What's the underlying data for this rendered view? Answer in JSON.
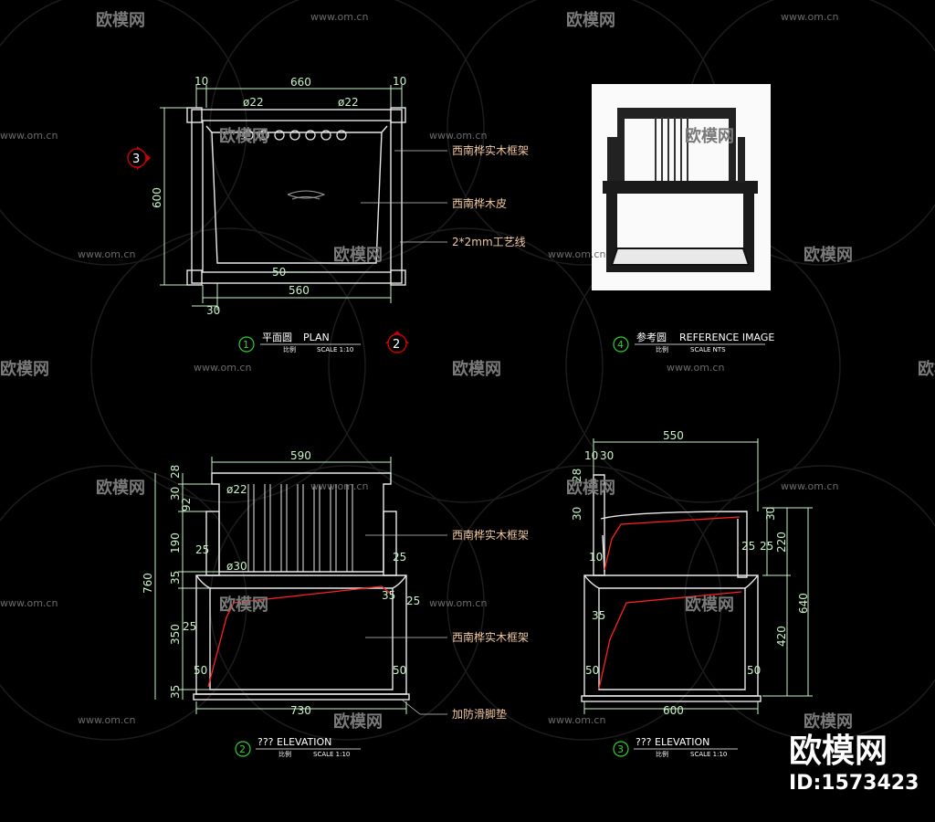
{
  "watermark": {
    "brand": "欧模网",
    "url": "www.om.cn",
    "id_text": "ID:1573423"
  },
  "plan": {
    "dims": {
      "top_total": "660",
      "top_left_margin": "10",
      "top_right_margin": "10",
      "rod_left": "ø22",
      "rod_right": "ø22",
      "height": "600",
      "bottom_total": "560",
      "bottom_margin": "30",
      "inner_gap": "50"
    },
    "labels": [
      "西南桦实木框架",
      "西南桦木皮",
      "2*2mm工艺线"
    ],
    "title": "平面圆",
    "title_en": "PLAN",
    "scale_cn": "比例",
    "scale": "SCALE 1:10",
    "number": "1",
    "section_marker_left": "3",
    "section_marker_bottom": "2"
  },
  "reference": {
    "title": "参考圆",
    "title_en": "REFERENCE IMAGE",
    "scale_cn": "比例",
    "scale": "SCALE NTS",
    "number": "4"
  },
  "front_elevation": {
    "dims": {
      "top_width": "590",
      "total_height": "760",
      "d28": "28",
      "d30": "30",
      "d92": "92",
      "d190": "190",
      "d25a": "25",
      "d35a": "35",
      "d350": "350",
      "d25b": "25",
      "d50a": "50",
      "d35b": "35",
      "bottom_width": "730",
      "rod_top": "ø22",
      "rod_bottom": "ø30",
      "right_25a": "25",
      "right_35": "35",
      "right_25b": "25",
      "right_50": "50"
    },
    "labels": [
      "西南桦实木框架",
      "西南桦实木框架",
      "加防滑脚垫"
    ],
    "title": "??? ELEVATION",
    "scale_cn": "比例",
    "scale": "SCALE 1:10",
    "number": "2"
  },
  "side_elevation": {
    "dims": {
      "top_width": "550",
      "d10": "10",
      "d30": "30",
      "d28": "28",
      "left_30": "30",
      "left_10": "10",
      "right_30": "30",
      "right_220": "220",
      "right_25a": "25",
      "right_25b": "25",
      "right_420": "420",
      "total_640": "640",
      "mid_35": "35",
      "left_50": "50",
      "right_50": "50",
      "bottom_width": "600"
    },
    "title": "??? ELEVATION",
    "scale_cn": "比例",
    "scale": "SCALE 1:10",
    "number": "3"
  },
  "colors": {
    "background": "#000000",
    "dimension": "#c8f2c8",
    "label": "#f0c8a0",
    "outline": "#e8e8e8",
    "accent_red": "#ff2020",
    "watermark": "#7a7a7a"
  }
}
